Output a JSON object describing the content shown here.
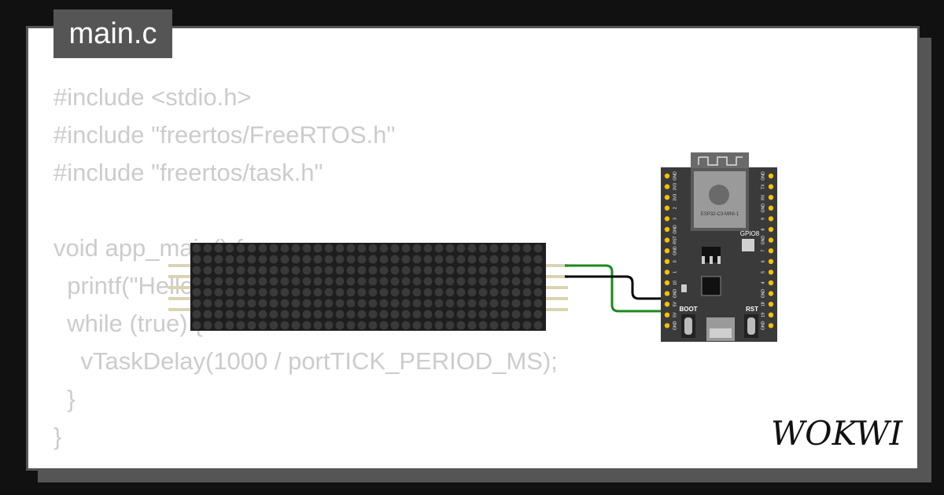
{
  "editor": {
    "filename": "main.c",
    "lines": [
      "#include <stdio.h>",
      "#include \"freertos/FreeRTOS.h\"",
      "#include \"freertos/task.h\"",
      "",
      "void app_main() {",
      "  printf(\"Hello world!\\n\");",
      "  while (true) {",
      "    vTaskDelay(1000 / portTICK_PERIOD_MS);",
      "  }",
      "}"
    ]
  },
  "board": {
    "module_label": "ESP32-C3-MINI-1",
    "led_label": "GPIO8",
    "boot_label": "BOOT",
    "rst_label": "RST",
    "left_pins": [
      "GND",
      "3V3",
      "3V3",
      "2",
      "3",
      "GND",
      "RST",
      "GND",
      "0",
      "1",
      "10",
      "GND",
      "5V",
      "5V",
      "GND"
    ],
    "right_pins": [
      "GND",
      "TX",
      "RX",
      "GND",
      "9",
      "8",
      "GND",
      "7",
      "6",
      "5",
      "4",
      "GND",
      "18",
      "19",
      "GND"
    ]
  },
  "brand": {
    "logo_text": "WOKWI"
  },
  "colors": {
    "background": "#111111",
    "card": "#ffffff",
    "frame": "#555555",
    "code_text": "#cccccc",
    "wire_green": "#1a8a1a",
    "wire_black": "#000000",
    "pin_yellow": "#f2c200"
  }
}
